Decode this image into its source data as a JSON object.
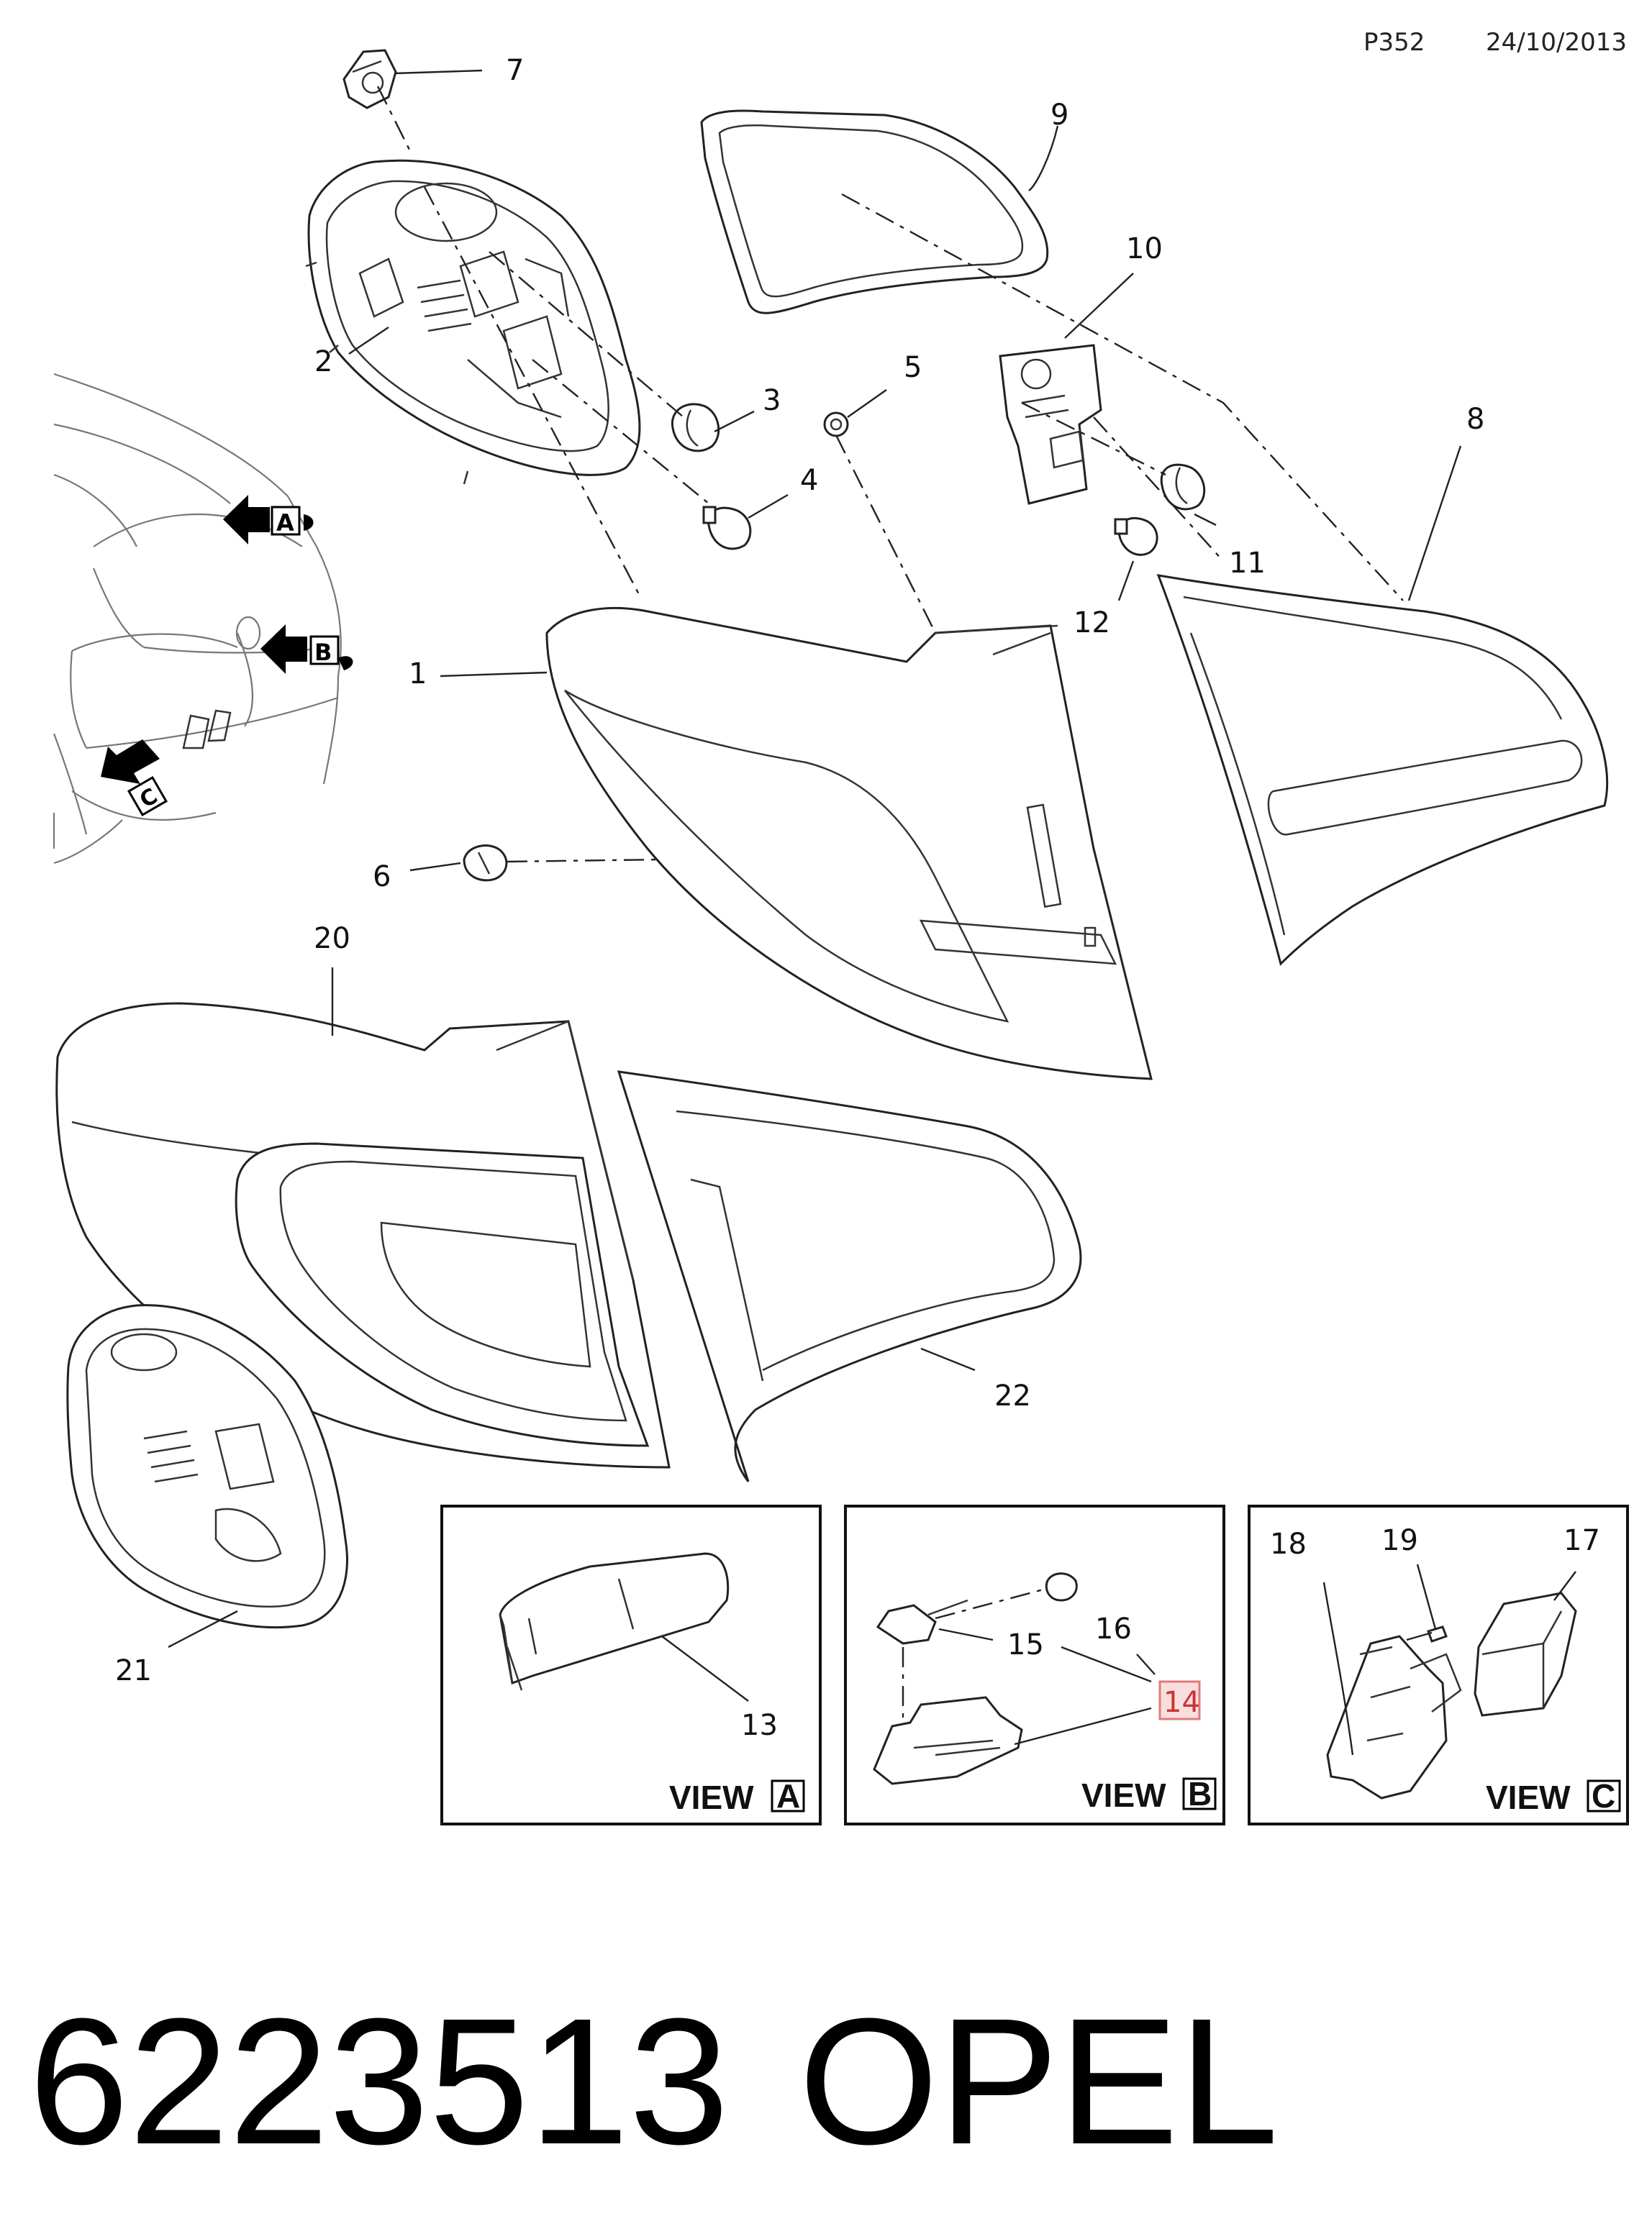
{
  "header": {
    "page_code": "P352",
    "date": "24/10/2013"
  },
  "callouts": {
    "c1": "1",
    "c2": "2",
    "c3": "3",
    "c4": "4",
    "c5": "5",
    "c6": "6",
    "c7": "7",
    "c8": "8",
    "c9": "9",
    "c10": "10",
    "c11": "11",
    "c12": "12",
    "c13": "13",
    "c14": "14",
    "c15": "15",
    "c16": "16",
    "c17": "17",
    "c18": "18",
    "c19": "19",
    "c20": "20",
    "c21": "21",
    "c22": "22"
  },
  "highlighted_callout": "14",
  "view_markers": {
    "a": "A",
    "b": "B",
    "c": "C"
  },
  "views": {
    "a": {
      "word": "VIEW",
      "letter": "A"
    },
    "b": {
      "word": "VIEW",
      "letter": "B"
    },
    "c": {
      "word": "VIEW",
      "letter": "C"
    }
  },
  "footer": {
    "part_number": "6223513",
    "brand": "OPEL"
  },
  "colors": {
    "highlight_fill": "#f9dede",
    "highlight_stroke": "#e07a7a",
    "line": "#222222"
  }
}
